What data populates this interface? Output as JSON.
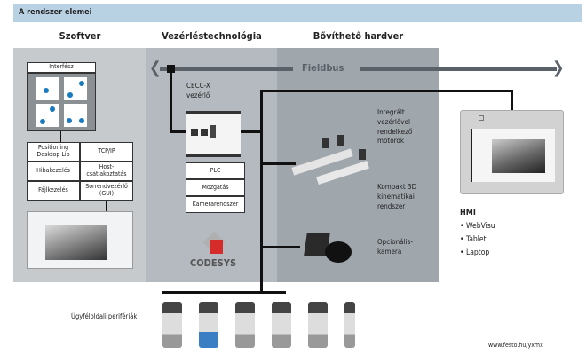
{
  "header": {
    "title": "A rendszer elemei"
  },
  "columns": {
    "software": "Szoftver",
    "control": "Vezérléstechnológia",
    "hardware": "Bővíthető hardver"
  },
  "fieldbus": {
    "label": "Fieldbus"
  },
  "software": {
    "interface_title": "Interfész",
    "table": [
      [
        "Positioning Desktop Lib",
        "TCP/IP"
      ],
      [
        "Hibakezelés",
        "Host-csatlakoztatás"
      ],
      [
        "Fájlkezelés",
        "Sorrendvezérlő (GUI)"
      ]
    ]
  },
  "controller": {
    "title_line1": "CECC-X",
    "title_line2": "vezérlő",
    "functions": [
      "PLC",
      "Mozgatás",
      "Kamerarendszer"
    ],
    "logo_text": "CODESYS"
  },
  "hardware": {
    "motors": [
      "Integrált",
      "vezérlővel",
      "rendelkező",
      "motorok"
    ],
    "kinematics": [
      "Kompakt 3D",
      "kinematikai",
      "rendszer"
    ],
    "camera": [
      "Opcionális-",
      "kamera"
    ]
  },
  "hmi": {
    "title": "HMI",
    "items": [
      "WebVisu",
      "Tablet",
      "Laptop"
    ]
  },
  "peripherals": {
    "label": "Ügyféloldali perifériák"
  },
  "footer": {
    "url": "www.festo.hu/yxmx"
  },
  "colors": {
    "header": "#b8d2e3",
    "panel_software": "#c6cacd",
    "panel_control": "#b4babf",
    "panel_hardware": "#9fa6ac",
    "codesys_red": "#d52b2b"
  }
}
